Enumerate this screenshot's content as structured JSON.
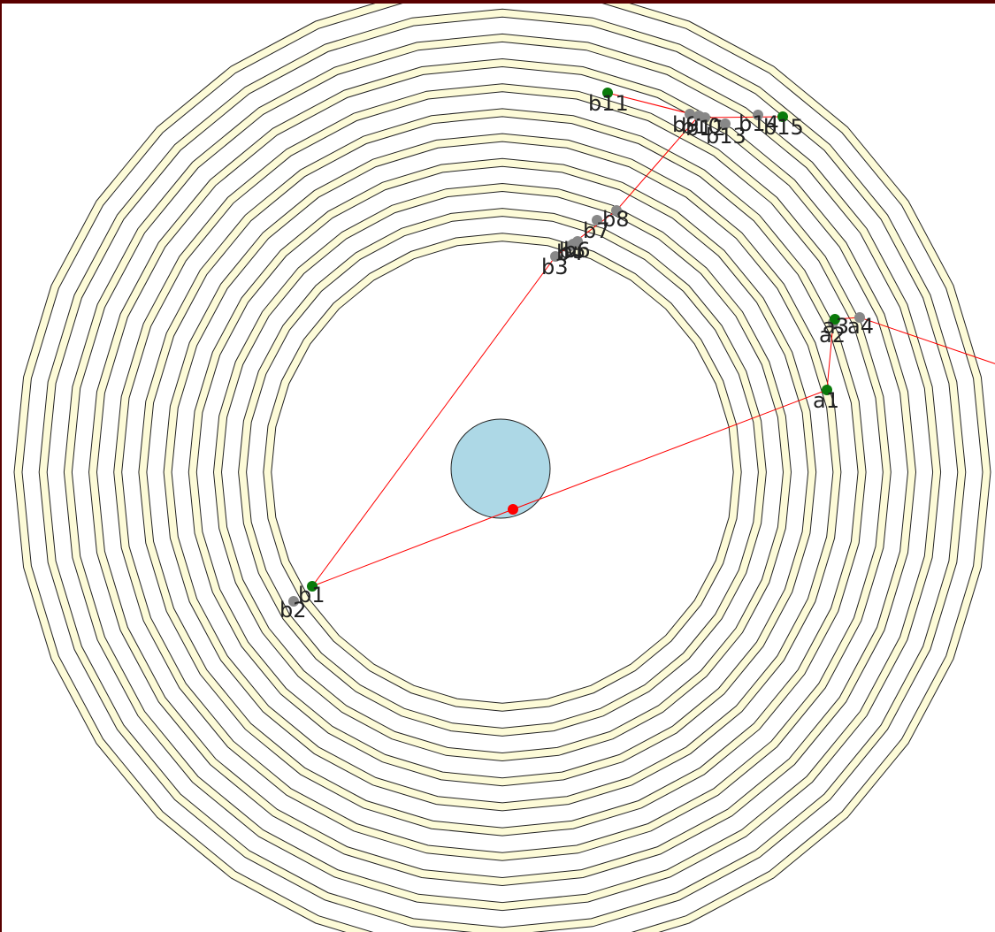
{
  "colors": {
    "background": "#ffffff",
    "frame": "#5a0000",
    "ring_fill": "#fdfbd8",
    "ring_stroke": "#222222",
    "hole_fill": "#ffffff",
    "core_fill": "#add8e6",
    "path": "#ff0000",
    "start_point": "#ff0000",
    "selected_point": "#0a7a0a",
    "other_point": "#888888"
  },
  "scene": {
    "rings": 11,
    "polygon_sides": 32
  },
  "points": [
    {
      "label": "a1",
      "kind": "selected"
    },
    {
      "label": "a2",
      "kind": "other"
    },
    {
      "label": "a3",
      "kind": "selected"
    },
    {
      "label": "a4",
      "kind": "other"
    },
    {
      "label": "b1",
      "kind": "selected"
    },
    {
      "label": "b2",
      "kind": "other"
    },
    {
      "label": "b3",
      "kind": "other"
    },
    {
      "label": "b4",
      "kind": "other"
    },
    {
      "label": "b5",
      "kind": "other"
    },
    {
      "label": "b6",
      "kind": "other"
    },
    {
      "label": "b7",
      "kind": "other"
    },
    {
      "label": "b8",
      "kind": "other"
    },
    {
      "label": "b9",
      "kind": "other"
    },
    {
      "label": "b10",
      "kind": "other"
    },
    {
      "label": "b11",
      "kind": "selected"
    },
    {
      "label": "b12",
      "kind": "other"
    },
    {
      "label": "b13",
      "kind": "other"
    },
    {
      "label": "b14",
      "kind": "other"
    },
    {
      "label": "b15",
      "kind": "selected"
    }
  ],
  "paths": [
    {
      "name": "path-a",
      "points": [
        "a1",
        "a2",
        "a3",
        "a4"
      ]
    },
    {
      "name": "path-b",
      "points": [
        "b1",
        "b3",
        "b8",
        "b10",
        "b11",
        "b12",
        "b15"
      ]
    }
  ]
}
